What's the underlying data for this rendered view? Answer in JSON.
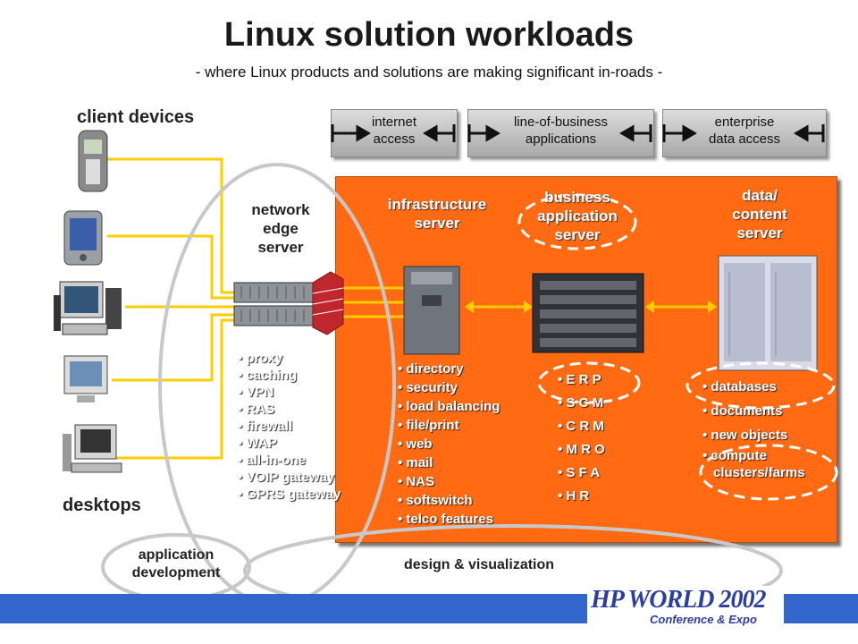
{
  "title": "Linux solution workloads",
  "subtitle": "- where Linux products and solutions are making significant in-roads -",
  "client_devices_label": "client devices",
  "desktops_label": "desktops",
  "banners": [
    {
      "line1": "internet",
      "line2": "access"
    },
    {
      "line1": "line-of-business",
      "line2": "applications"
    },
    {
      "line1": "enterprise",
      "line2": "data access"
    }
  ],
  "network_edge": {
    "line1": "network",
    "line2": "edge",
    "line3": "server",
    "items": [
      "proxy",
      "caching",
      "VPN",
      "RAS",
      "firewall",
      "WAP",
      "all-in-one",
      "VOIP gateway",
      "GPRS gateway"
    ]
  },
  "infrastructure": {
    "line1": "infrastructure",
    "line2": "server",
    "items": [
      "directory",
      "security",
      "load balancing",
      "file/print",
      "web",
      "mail",
      "NAS",
      "softswitch",
      "telco features"
    ]
  },
  "business": {
    "line1": "business",
    "line2": "application",
    "line3": "server",
    "items": [
      "E R P",
      "S C M",
      "C R M",
      "M R O",
      "S F A",
      "H R"
    ]
  },
  "data_content": {
    "line1": "data/",
    "line2": "content",
    "line3": "server",
    "items": [
      "databases",
      "documents",
      "new objects",
      "compute clusters/farms"
    ]
  },
  "application_development": {
    "line1": "application",
    "line2": "development"
  },
  "design_visualization": "design & visualization",
  "logo": {
    "main": "HP WORLD 2002",
    "sub": "Conference & Expo"
  },
  "colors": {
    "panel": "#ff6a13",
    "wire": "#ffcc00",
    "footer": "#3366cc",
    "ellipse": "#c8c8c8"
  }
}
